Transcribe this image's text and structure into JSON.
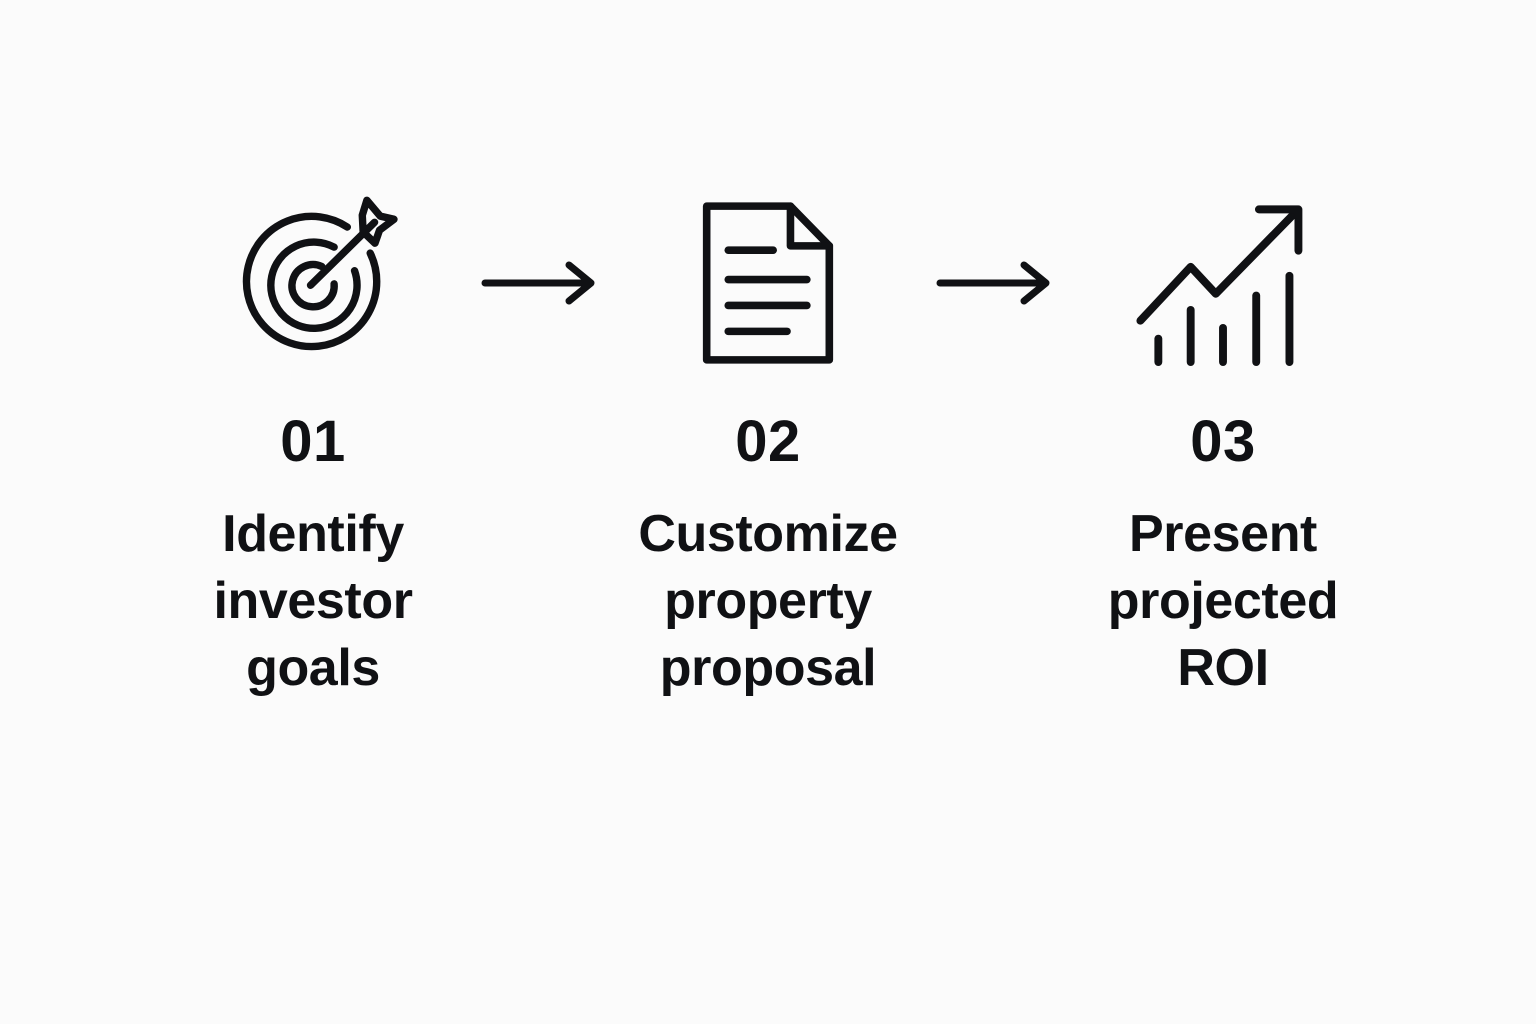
{
  "page": {
    "background_color": "#fbfbfb",
    "ink_color": "#101114",
    "title": "Three step investor process flow"
  },
  "flow": {
    "steps": [
      {
        "number": "01",
        "label": "Identify investor goals",
        "icon": "target-arrow-icon"
      },
      {
        "number": "02",
        "label": "Customize property proposal",
        "icon": "document-lines-icon"
      },
      {
        "number": "03",
        "label": "Present projected ROI",
        "icon": "growth-chart-arrow-icon"
      }
    ],
    "connectors": [
      {
        "icon": "arrow-right-icon"
      },
      {
        "icon": "arrow-right-icon"
      }
    ]
  }
}
